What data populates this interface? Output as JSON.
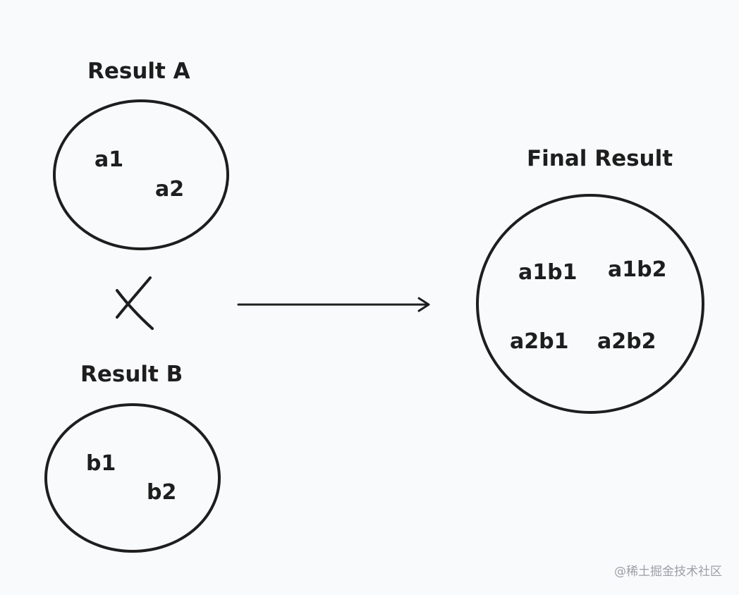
{
  "diagram": {
    "result_a": {
      "title": "Result A",
      "items": [
        "a1",
        "a2"
      ]
    },
    "result_b": {
      "title": "Result B",
      "items": [
        "b1",
        "b2"
      ]
    },
    "final": {
      "title": "Final Result",
      "items": [
        "a1b1",
        "a1b2",
        "a2b1",
        "a2b2"
      ]
    },
    "operator": "cross-product"
  },
  "watermark": "@稀土掘金技术社区",
  "colors": {
    "background": "#f9fafc",
    "stroke": "#1e1e1e",
    "watermark": "#9aa0a8"
  }
}
